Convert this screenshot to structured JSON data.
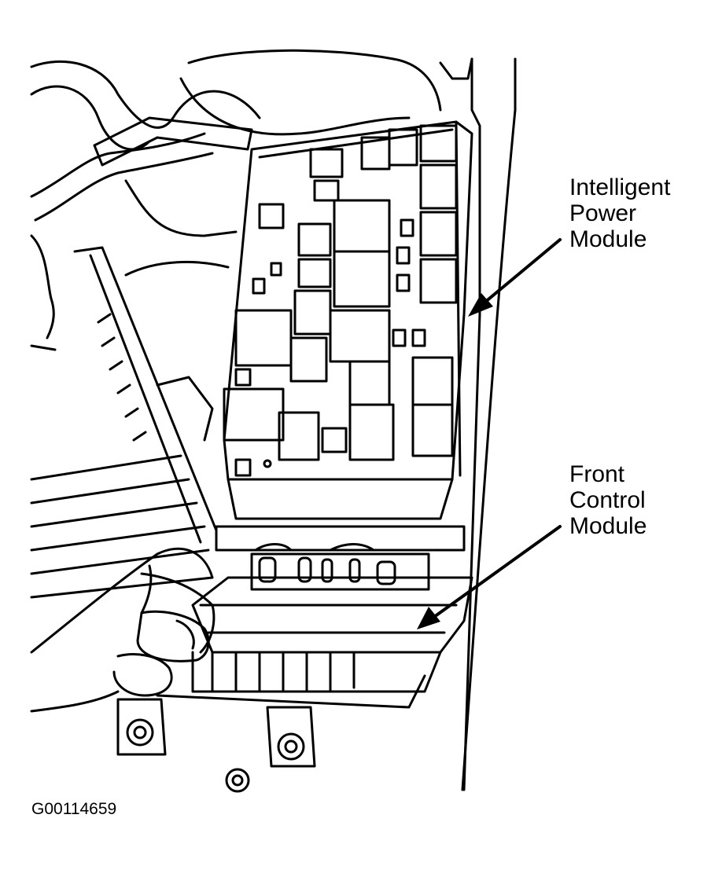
{
  "labels": {
    "intelligent_power_module": [
      "Intelligent",
      "Power",
      "Module"
    ],
    "front_control_module": [
      "Front",
      "Control",
      "Module"
    ]
  },
  "figure_id": "G00114659",
  "colors": {
    "ink": "#000000",
    "paper": "#ffffff"
  }
}
